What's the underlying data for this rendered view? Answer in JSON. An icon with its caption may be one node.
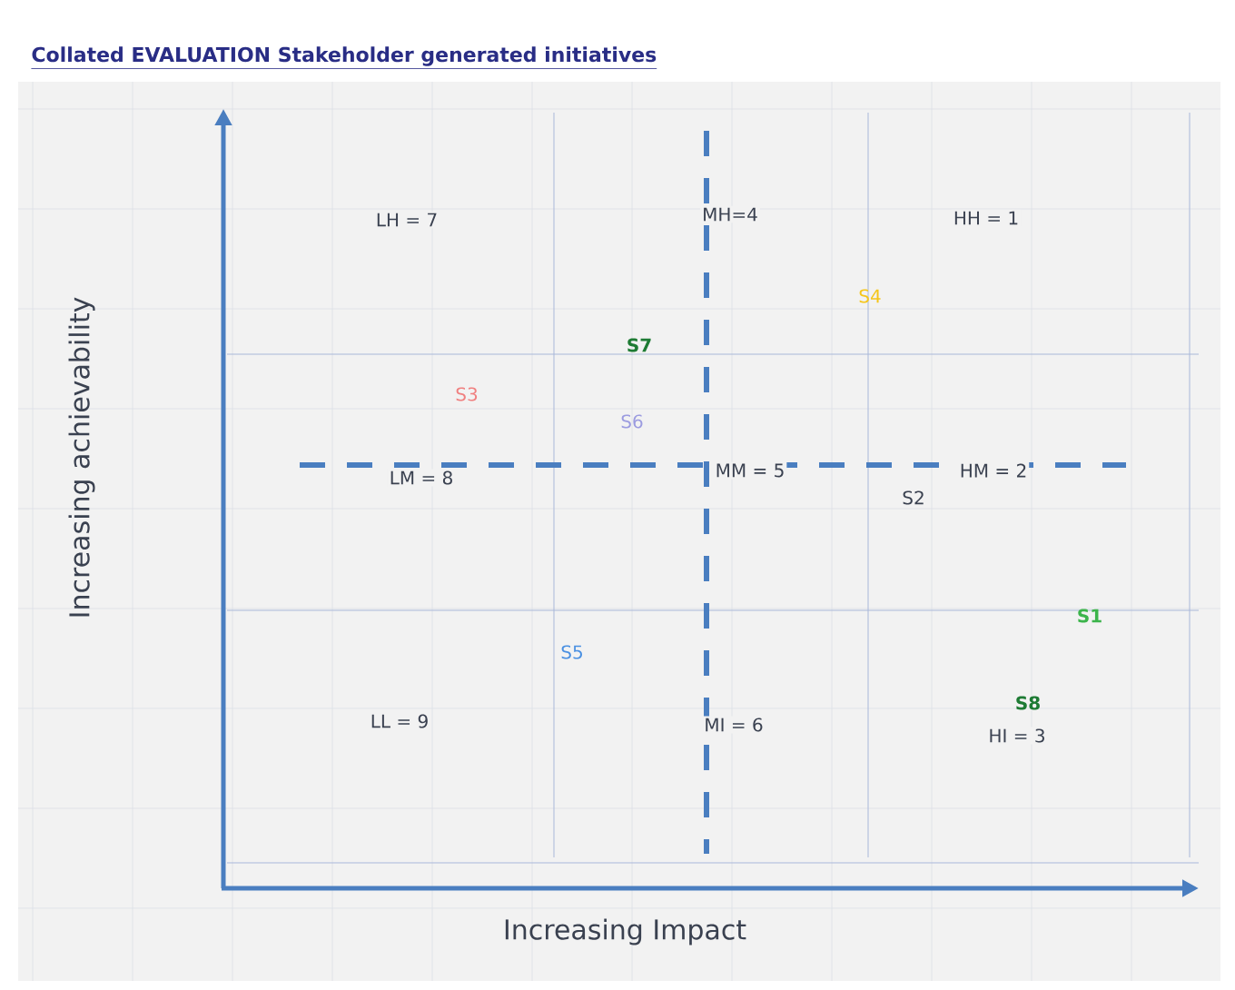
{
  "diagram": {
    "title": "Collated EVALUATION Stakeholder generated initiatives",
    "labels": [
      "LH = 7",
      "MH=4",
      "HH = 1",
      "S4",
      "S7",
      "S3",
      "S6",
      "LM = 8",
      "MM = 5",
      "HM = 2",
      "S2",
      "S1",
      "S5",
      "LL = 9",
      "MI = 6",
      "S8",
      "HI = 3",
      "Increasing achievability",
      "Increasing Impact"
    ]
  }
}
